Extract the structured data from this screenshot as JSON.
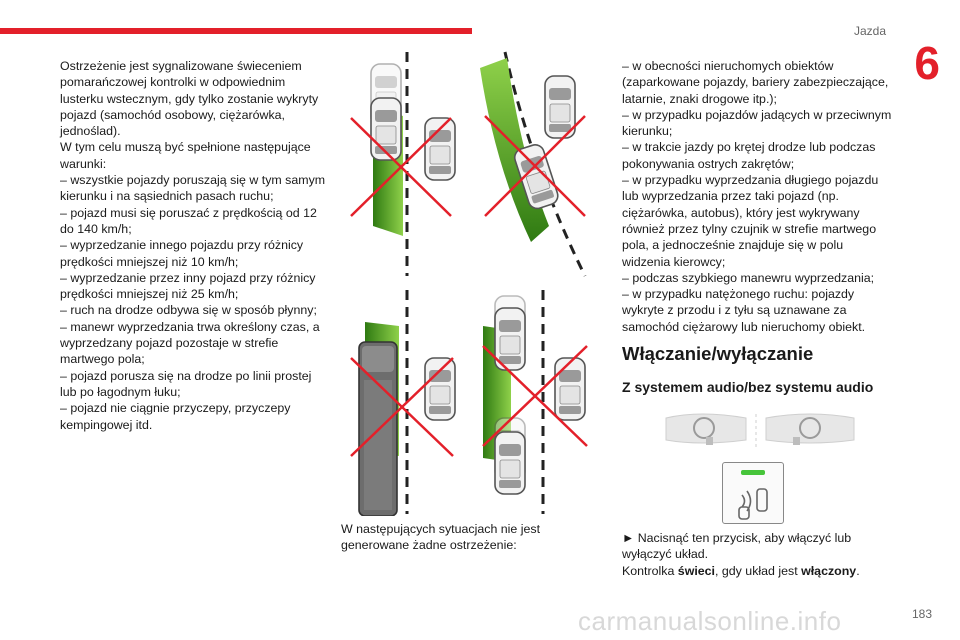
{
  "header": {
    "section_title": "Jazda",
    "chapter_number": "6"
  },
  "left_column": {
    "paragraphs": [
      "Ostrzeżenie jest sygnalizowane świeceniem pomarańczowej kontrolki w odpowiednim lusterku wstecznym, gdy tylko zostanie wykryty pojazd (samochód osobowy, ciężarówka, jednoślad).",
      "W tym celu muszą być spełnione następujące warunki:",
      "– wszystkie pojazdy poruszają się w tym samym kierunku i na sąsiednich pasach ruchu;",
      "– pojazd musi się poruszać z prędkością od 12 do 140 km/h;",
      "– wyprzedzanie innego pojazdu przy różnicy prędkości mniejszej niż 10 km/h;",
      "– wyprzedzanie przez inny pojazd przy różnicy prędkości mniejszej niż 25 km/h;",
      "– ruch na drodze odbywa się w sposób płynny;",
      "– manewr wyprzedzania trwa określony czas, a wyprzedzany pojazd pozostaje w strefie martwego pola;",
      "– pojazd porusza się na drodze po linii prostej lub po łagodnym łuku;",
      "– pojazd nie ciągnie przyczepy, przyczepy kempingowej itd."
    ]
  },
  "middle_column": {
    "caption": "W następujących sytuacjach nie jest generowane żadne ostrzeżenie:"
  },
  "right_column": {
    "paragraphs": [
      "– w obecności nieruchomych obiektów (zaparkowane pojazdy, bariery zabezpieczające, latarnie, znaki drogowe itp.);",
      "– w przypadku pojazdów jadących w przeciwnym kierunku;",
      "– w trakcie jazdy po krętej drodze lub podczas pokonywania ostrych zakrętów;",
      "– w przypadku wyprzedzania długiego pojazdu lub wyprzedzania przez taki pojazd (np. ciężarówka, autobus), który jest wykrywany również przez tylny czujnik w strefie martwego pola, a jednocześnie znajduje się w polu widzenia kierowcy;",
      "– podczas szybkiego manewru wyprzedzania;",
      "– w przypadku natężonego ruchu: pojazdy wykryte z przodu i z tyłu są uznawane za samochód ciężarowy lub nieruchomy obiekt."
    ],
    "heading": "Włączanie/wyłączanie",
    "subheading": "Z systemem audio/bez systemu audio",
    "step_prefix": "► Nacisnąć ten przycisk, aby włączyć lub wyłączyć układ.",
    "step_line2_a": "Kontrolka ",
    "step_line2_bold1": "świeci",
    "step_line2_b": ", gdy układ jest ",
    "step_line2_bold2": "włączony",
    "step_line2_c": "."
  },
  "footer": {
    "page_number": "183",
    "watermark": "carmanualsonline.info"
  },
  "colors": {
    "accent_red": "#e3202a",
    "zone_green": "#5aa51f",
    "indicator_green": "#46c43a"
  }
}
